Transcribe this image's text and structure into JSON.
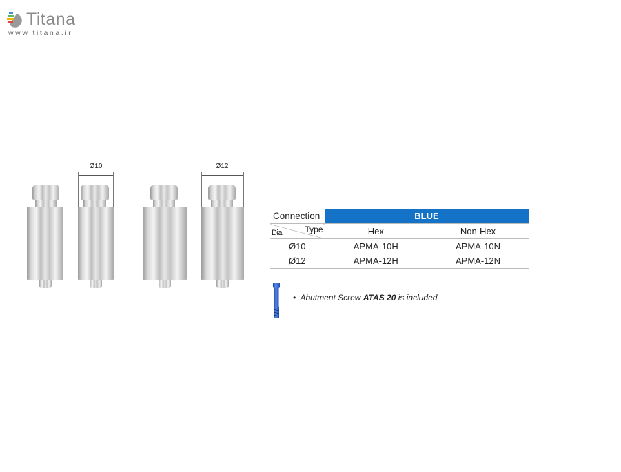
{
  "logo": {
    "name": "Titana",
    "url": "www.titana.ir"
  },
  "drawings": {
    "dimensions": [
      "Ø10",
      "Ø12"
    ]
  },
  "table": {
    "connection_label": "Connection",
    "connection_value": "BLUE",
    "dia_label": "Dia.",
    "type_label": "Type",
    "columns": [
      "Hex",
      "Non-Hex"
    ],
    "rows": [
      {
        "dia": "Ø10",
        "hex": "APMA-10H",
        "nonhex": "APMA-10N"
      },
      {
        "dia": "Ø12",
        "hex": "APMA-12H",
        "nonhex": "APMA-12N"
      }
    ]
  },
  "note": {
    "bullet": "•",
    "prefix": "Abutment Screw",
    "bold": "ATAS 20",
    "suffix": "is included"
  },
  "colors": {
    "blue": "#1473c7",
    "screw": "#2a62c9"
  }
}
